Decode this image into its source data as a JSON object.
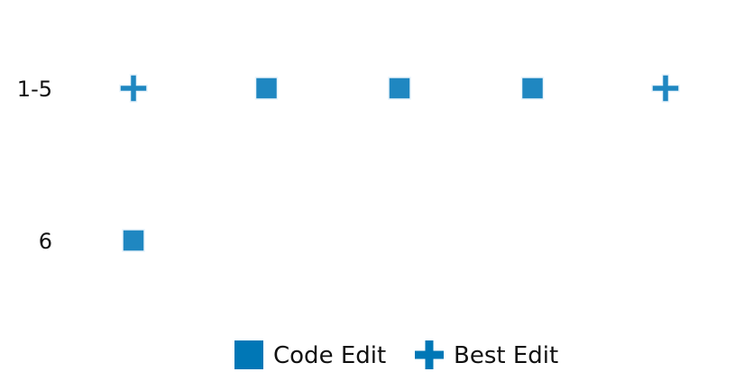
{
  "chart_data": {
    "type": "scatter",
    "title": "",
    "xlabel": "",
    "ylabel": "",
    "rows": [
      "1-5",
      "6"
    ],
    "columns": 5,
    "series": [
      {
        "name": "Code Edit",
        "marker": "square",
        "points": [
          {
            "row": "1-5",
            "col": 2
          },
          {
            "row": "1-5",
            "col": 3
          },
          {
            "row": "1-5",
            "col": 4
          },
          {
            "row": "6",
            "col": 1
          }
        ]
      },
      {
        "name": "Best Edit",
        "marker": "plus",
        "points": [
          {
            "row": "1-5",
            "col": 1
          },
          {
            "row": "1-5",
            "col": 5
          }
        ]
      }
    ],
    "marker_color": "#1f87c1",
    "legend_color": "#0077b6",
    "legend_position": "bottom",
    "grid": false
  }
}
